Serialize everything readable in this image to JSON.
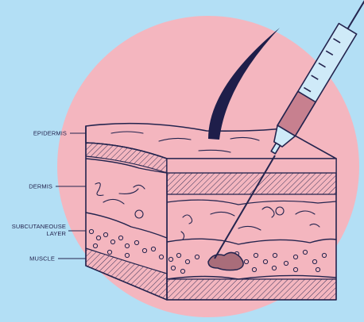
{
  "labels": {
    "epidermis": "EPIDERMIS",
    "dermis": "DERMIS",
    "subcutaneous_line1": "SUBCUTANEOUSE",
    "subcutaneous_line2": "LAYER",
    "muscle": "MUSCLE"
  },
  "colors": {
    "background": "#b3dff5",
    "circle": "#f4b6bf",
    "ink": "#24244e",
    "syringe_fluid": "#c7808f",
    "injected_fluid": "#a96d7a",
    "hair": "#1e1e4a"
  }
}
